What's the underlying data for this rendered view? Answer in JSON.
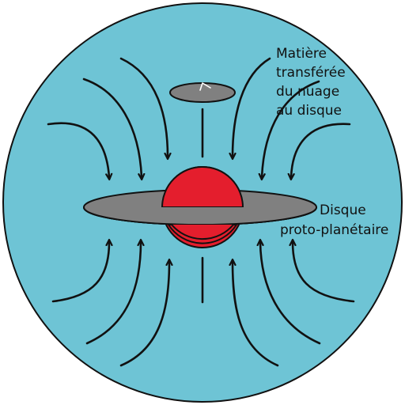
{
  "colors": {
    "background": "#ffffff",
    "cloud": "#6ec4d5",
    "disk": "#808080",
    "star": "#e41e2d",
    "outline": "#111111"
  },
  "labels": {
    "matter_transfer": [
      "Matière",
      "transférée",
      "du nuage",
      "au disque"
    ],
    "disk": [
      "Disque",
      "proto-planétaire"
    ]
  },
  "icons": {
    "inflow": "curved-arrow-icon",
    "rotation": "rotation-arrow-icon"
  }
}
